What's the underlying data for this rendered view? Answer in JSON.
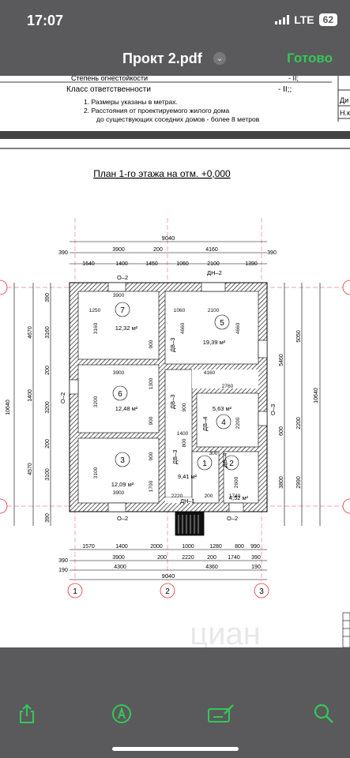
{
  "status": {
    "time": "17:07",
    "network": "LTE",
    "battery": "62"
  },
  "nav": {
    "title": "Прокт 2.pdf",
    "chevron": "⌄",
    "done": "Готово"
  },
  "doc": {
    "header": {
      "row1_label": "Степень огнестойкости",
      "row1_value": "- II;",
      "row2_label": "Класс ответственности",
      "row2_value": "- II;;",
      "note1": "1.   Размеры указаны в метрах.",
      "note2": "2.   Расстояния от проектируемого жилого дома",
      "note3": "до существующих соседних домов - более 8 метров",
      "stamp1": "Ди",
      "stamp2": "Н.к"
    },
    "plan_title": "План 1-го этажа на отм. +0,000",
    "dims_top": {
      "total": "9040",
      "row1": [
        "390",
        "3900",
        "200",
        "4160",
        "390"
      ],
      "row2": [
        "1640",
        "1400",
        "1450",
        "1060",
        "2100",
        "1390"
      ]
    },
    "dims_bottom": {
      "total": "9040",
      "row1": [
        "1570",
        "1400",
        "2000",
        "1000",
        "1280",
        "800",
        "990"
      ],
      "row2": [
        "390",
        "3900",
        "200",
        "2220",
        "200",
        "1740",
        "390"
      ],
      "row3": [
        "190",
        "4300",
        "4360",
        "190"
      ]
    },
    "dims_left": {
      "total": "10640",
      "a": [
        "390",
        "3160",
        "200",
        "3200",
        "200",
        "3100",
        "390"
      ],
      "b": [
        "4670",
        "1400",
        "4570"
      ]
    },
    "dims_right": {
      "total": "10640",
      "a": [
        "5050",
        "2200",
        "2990"
      ],
      "b": [
        "5460",
        "600",
        "3800"
      ]
    },
    "rooms": [
      {
        "num": "7",
        "area": "12,32 м²"
      },
      {
        "num": "5",
        "area": "19,39 м²"
      },
      {
        "num": "6",
        "area": "12,48 м²"
      },
      {
        "num": "4",
        "area": "5,63 м²"
      },
      {
        "num": "3",
        "area": "12,09 м²"
      },
      {
        "num": "1",
        "area": "9,41 м²"
      },
      {
        "num": "2",
        "area": "4,52 м²"
      }
    ],
    "labels": {
      "o2_top": "О–2",
      "dn2": "ДН–2",
      "o2_left": "О–2",
      "o3": "О–3",
      "o2_bot": "О–2",
      "o2_bot2": "О–2",
      "dn1": "ДН–1",
      "dv3a": "ДВ–3",
      "dv3b": "ДВ–3",
      "dv3c": "ДВ–3",
      "dv4a": "ДВ–4",
      "dv4b": "ДВ–4"
    },
    "inner_dims": [
      "1250",
      "1060",
      "2100",
      "3160",
      "4660",
      "4660",
      "3900",
      "4160",
      "2760",
      "3200",
      "3900",
      "3100",
      "3900",
      "900",
      "900",
      "900",
      "1300",
      "800",
      "1400",
      "2220",
      "200",
      "1740",
      "1700",
      "2600",
      "2200",
      "900",
      "300"
    ],
    "axes": [
      "1",
      "2",
      "3"
    ],
    "watermark": "циан"
  }
}
